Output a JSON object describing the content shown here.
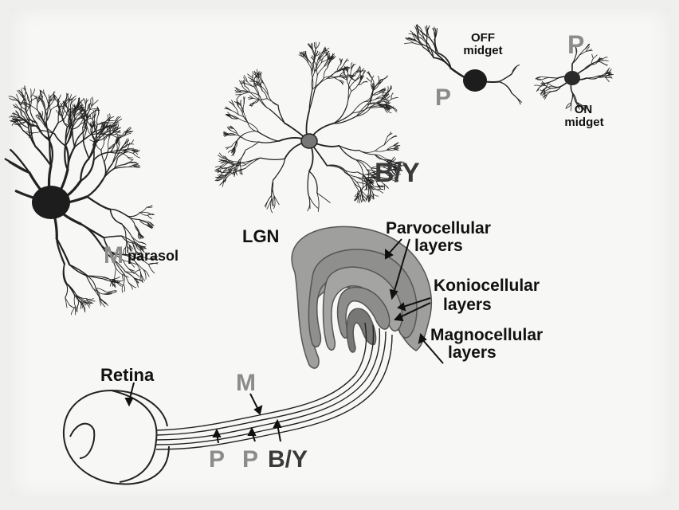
{
  "labels": {
    "m_parasol_letter": "M",
    "m_parasol_word": "parasol",
    "by_top": "B/Y",
    "off_line1": "OFF",
    "off_line2": "midget",
    "off_p": "P",
    "on_p": "P",
    "on_line1": "ON",
    "on_line2": "midget",
    "lgn": "LGN",
    "parvo_line1": "Parvocellular",
    "parvo_line2": "layers",
    "konio_line1": "Koniocellular",
    "konio_line2": "layers",
    "magno_line1": "Magnocellular",
    "magno_line2": "layers",
    "retina": "Retina",
    "m_path": "M",
    "p_path_1": "P",
    "p_path_2": "P",
    "by_path": "B/Y"
  },
  "colors": {
    "ink": "#111111",
    "gray_label": "#8c8c8c",
    "lgn_fill": "#9a9a98",
    "soma": "#222222",
    "by_soma": "#777777"
  }
}
